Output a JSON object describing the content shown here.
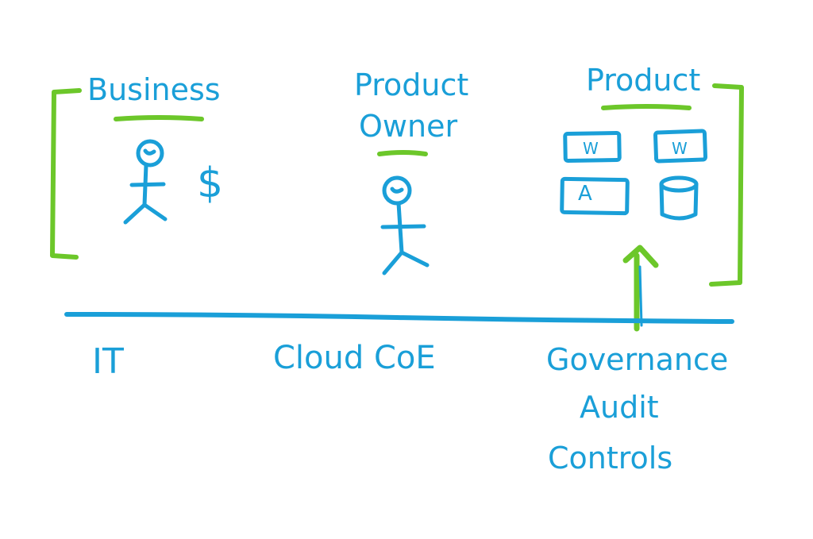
{
  "colors": {
    "ink": "#1a9fd8",
    "accent": "#6cc72a",
    "background": "#ffffff"
  },
  "labels": {
    "business": "Business",
    "dollar": "$",
    "product_owner_line1": "Product",
    "product_owner_line2": "Owner",
    "product": "Product",
    "box_w1": "W",
    "box_w2": "W",
    "box_a": "A",
    "it": "IT",
    "cloud_coe": "Cloud CoE",
    "governance": "Governance",
    "audit": "Audit",
    "controls": "Controls"
  },
  "icons": {
    "business_person": "stick-figure-icon",
    "owner_person": "stick-figure-icon",
    "database": "database-cylinder-icon",
    "arrow": "up-arrow-icon"
  }
}
